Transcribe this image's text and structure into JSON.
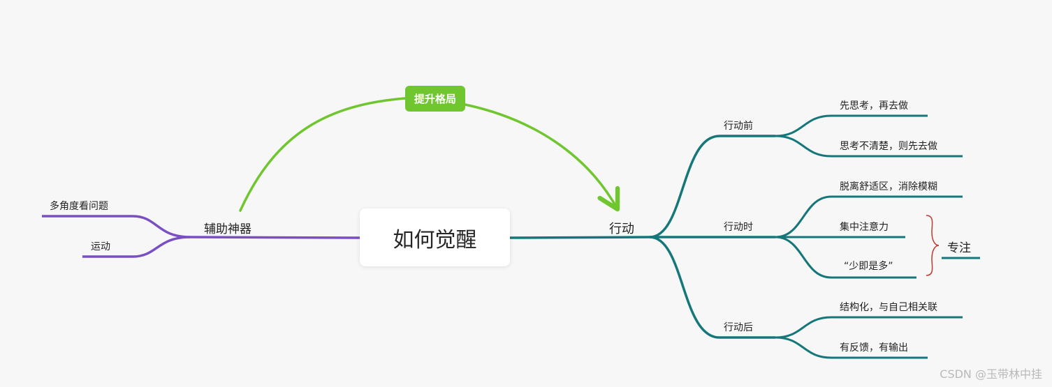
{
  "central_topic": "如何觉醒",
  "relation": {
    "label": "提升格局",
    "color": "#6fc62f"
  },
  "left_branch": {
    "label": "辅助神器",
    "color": "#7a4fc4",
    "children": [
      "多角度看问题",
      "运动"
    ]
  },
  "right_branch": {
    "label": "行动",
    "color": "#15777a",
    "groups": [
      {
        "label": "行动前",
        "children": [
          "先思考，再去做",
          "思考不清楚，则先去做"
        ]
      },
      {
        "label": "行动时",
        "children": [
          "脱离舒适区，消除模糊",
          "集中注意力",
          "“少即是多”"
        ]
      },
      {
        "label": "行动后",
        "children": [
          "结构化，与自己相关联",
          "有反馈，有输出"
        ]
      }
    ]
  },
  "summary": {
    "label": "专注",
    "brace_color": "#c0392b"
  },
  "watermark": "CSDN @玉带林中挂"
}
